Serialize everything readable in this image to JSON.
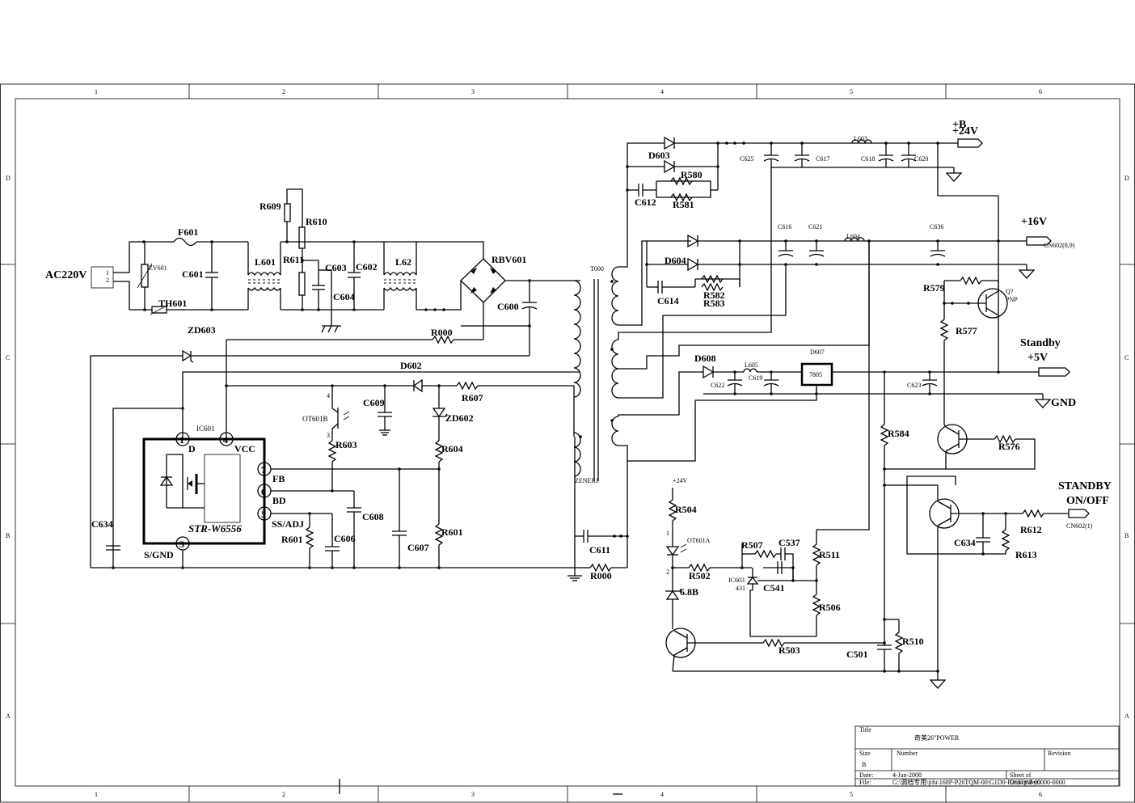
{
  "border": {
    "columns": [
      "1",
      "2",
      "3",
      "4",
      "5",
      "6"
    ],
    "rows": [
      "D",
      "C",
      "B",
      "A"
    ]
  },
  "labels": {
    "ac_input": "AC220V",
    "conn_pin1": "1",
    "conn_pin2": "2",
    "zv601": "ZV601",
    "f601": "F601",
    "c601": "C601",
    "th601": "TH601",
    "l601": "L601",
    "r609": "R609",
    "r610": "R610",
    "r611": "R611",
    "c603": "C603",
    "c602": "C602",
    "c604": "C604",
    "l62": "L62",
    "rbv601": "RBV601",
    "c600": "C600",
    "zd603": "ZD603",
    "r000_top": "R000",
    "d602": "D602",
    "r607": "R607",
    "c609": "C609",
    "zd602": "ZD602",
    "ot601b": "OT601B",
    "r603": "R603",
    "r604": "R604",
    "ic601": "IC601",
    "ic_d": "D",
    "ic_vcc": "VCC",
    "ic_fb": "FB",
    "ic_bd": "BD",
    "ic_ss": "SS/ADJ",
    "ic_sgnd": "S/GND",
    "ic_part": "STR-W6556",
    "pin1": "1",
    "pin4": "4",
    "pin7": "7",
    "pin6": "6",
    "pin5": "5",
    "pin3": "3",
    "c608": "C608",
    "c634_left": "C634",
    "r601a": "R601",
    "c606": "C606",
    "c607": "C607",
    "r601b": "R601",
    "c611": "C611",
    "r000_bot": "R000",
    "t000": "T000",
    "zener1": "ZENER1",
    "d603": "D603",
    "r580": "R580",
    "r581": "R581",
    "c612": "C612",
    "c625": "C625",
    "c617": "C617",
    "l603": "L603",
    "c618": "C618",
    "c620": "C620",
    "out_b": "+B",
    "out_24": "+24V",
    "c616": "C616",
    "c621": "C621",
    "l604": "L604",
    "c636": "C636",
    "out_16": "+16V",
    "cn602_89": "CN602(8,9)",
    "d604": "D604",
    "c614": "C614",
    "r582": "R582",
    "r583": "R583",
    "r579": "R579",
    "q_label": "Q?",
    "q_type": "PNP",
    "r577": "R577",
    "standby": "Standby",
    "out_5": "+5V",
    "d608": "D608",
    "l605": "L605",
    "c619": "C619",
    "c622": "C622",
    "d607": "D607",
    "reg_7805": "7805",
    "c623": "C623",
    "gnd": "GND",
    "r584": "R584",
    "r576": "R576",
    "standby_onoff1": "STANDBY",
    "standby_onoff2": "ON/OFF",
    "r612": "R612",
    "cn602_1": "CN602(1)",
    "c634_right": "C634",
    "r613": "R613",
    "plus24_small": "+24V",
    "r504": "R504",
    "ot601a": "OT601A",
    "r507": "R507",
    "c537": "C537",
    "r511": "R511",
    "r502": "R502",
    "ic603": "IC603",
    "ic603_part": "431",
    "c541": "C541",
    "zd_68b": "6.8B",
    "r506": "R506",
    "r503": "R503",
    "c501": "C501",
    "r510": "R510",
    "pin_small_1": "1",
    "pin_small_2": "2",
    "pin_small_3": "3",
    "pin_small_4": "4"
  },
  "title_block": {
    "title_label": "Title",
    "title_value": "奇美26\"POWER",
    "size_label": "Size",
    "size_value": "B",
    "number_label": "Number",
    "revision_label": "Revision",
    "date_label": "Date:",
    "date_value": "4-Jan-2008",
    "sheet_label": "Sheet    of",
    "file_label": "File:",
    "file_value": "G:\\调档专用\\jifu\\168P-P26TQM-00\\G1D0-P26TQM-00",
    "drawn_by": "Drawn By:",
    "drawn_value": "0000-0000"
  }
}
